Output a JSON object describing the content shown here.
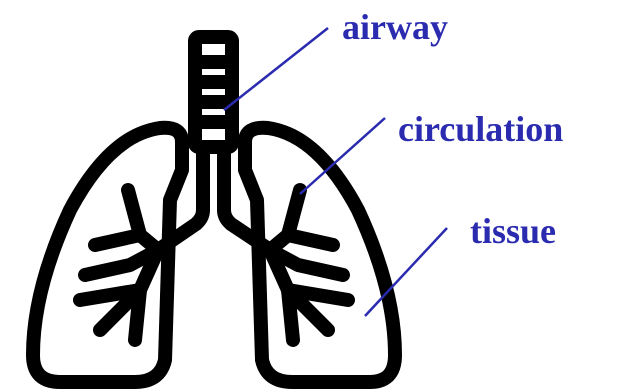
{
  "colors": {
    "outline": "#000000",
    "label": "#2b2bb0",
    "leader": "#2b2bb0",
    "background": "#ffffff"
  },
  "icon": "lungs-icon",
  "labels": {
    "airway": "airway",
    "circulation": "circulation",
    "tissue": "tissue"
  }
}
